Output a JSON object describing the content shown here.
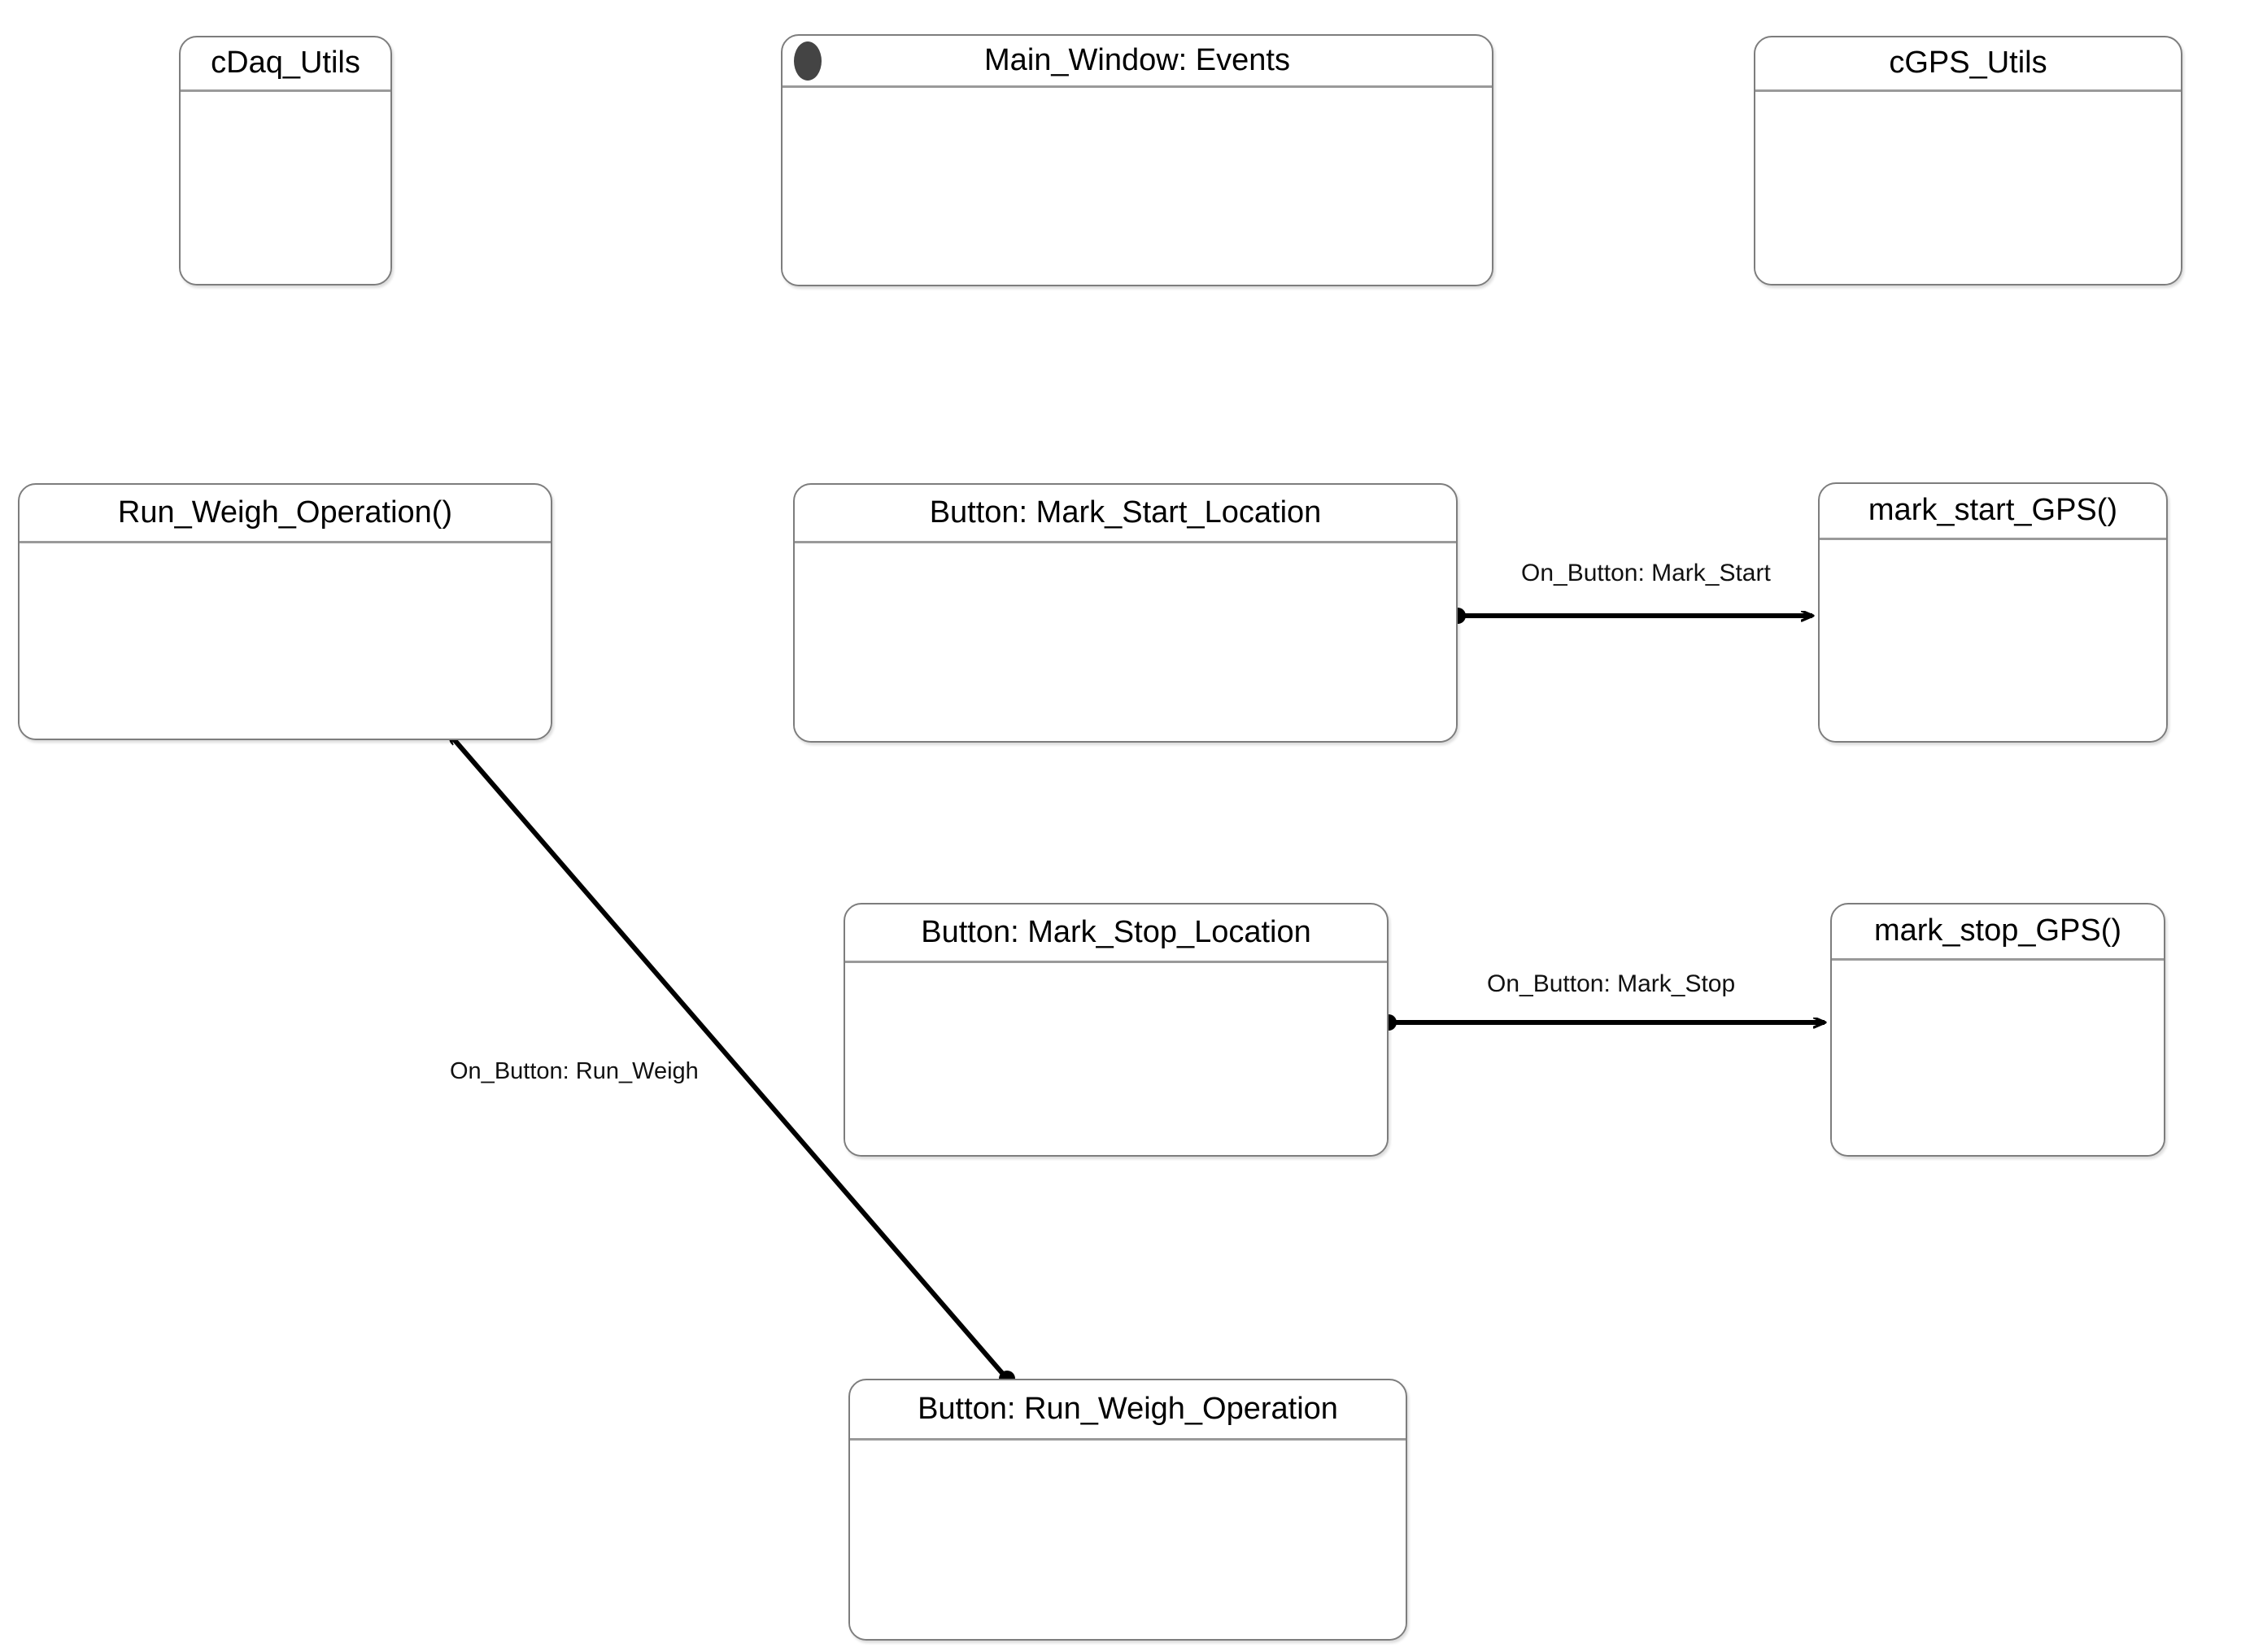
{
  "diagram": {
    "type": "uml-object-event-diagram",
    "background_color": "#ffffff",
    "node_border_color": "#7d7d7d",
    "node_divider_color": "#9a9a9a",
    "edge_color": "#000000",
    "stereotype_dot_color": "#444444",
    "nodes": [
      {
        "id": "cdaq_utils",
        "title": "cDaq_Utils",
        "has_dot": false
      },
      {
        "id": "main_window_events",
        "title": "Main_Window: Events",
        "has_dot": true
      },
      {
        "id": "cgps_utils",
        "title": "cGPS_Utils",
        "has_dot": false
      },
      {
        "id": "run_weigh_operation_fn",
        "title": "Run_Weigh_Operation()",
        "has_dot": false
      },
      {
        "id": "btn_mark_start",
        "title": "Button: Mark_Start_Location",
        "has_dot": false
      },
      {
        "id": "mark_start_gps",
        "title": "mark_start_GPS()",
        "has_dot": false
      },
      {
        "id": "btn_mark_stop",
        "title": "Button: Mark_Stop_Location",
        "has_dot": false
      },
      {
        "id": "mark_stop_gps",
        "title": "mark_stop_GPS()",
        "has_dot": false
      },
      {
        "id": "btn_run_weigh",
        "title": "Button: Run_Weigh_Operation",
        "has_dot": false
      }
    ],
    "edges": [
      {
        "id": "e_mark_start",
        "label": "On_Button: Mark_Start",
        "from": "btn_mark_start",
        "to": "mark_start_gps"
      },
      {
        "id": "e_mark_stop",
        "label": "On_Button: Mark_Stop",
        "from": "btn_mark_stop",
        "to": "mark_stop_gps"
      },
      {
        "id": "e_run_weigh",
        "label": "On_Button: Run_Weigh",
        "from": "btn_run_weigh",
        "to": "run_weigh_operation_fn"
      }
    ]
  }
}
